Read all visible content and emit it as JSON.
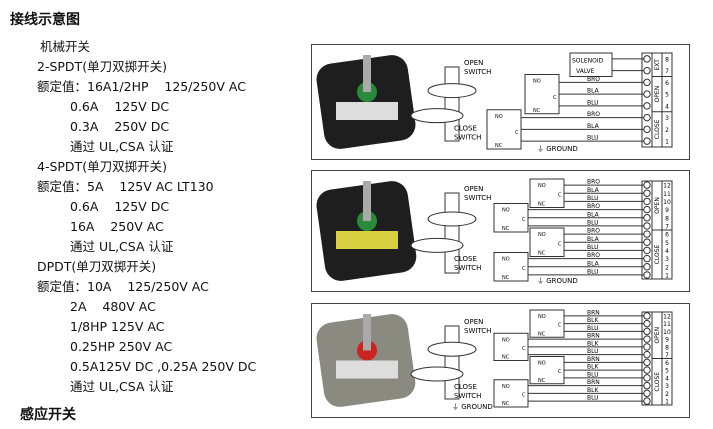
{
  "title": "接线示意图",
  "lines": [
    "机械开关",
    "2-SPDT(单刀双掷开关)",
    "额定值：16A1/2HP    125/250V AC",
    "0.6A    125V DC",
    "0.3A    250V DC",
    "通过 UL,CSA 认证",
    "4-SPDT(单刀双掷开关)",
    "额定值：5A    125V AC LT130",
    "0.6A    125V DC",
    "16A    250V AC",
    "通过 UL,CSA 认证",
    "DPDT(单刀双掷开关)",
    "额定值：10A    125/250V AC",
    "2A    480V AC",
    "1/8HP 125V AC",
    "0.25HP 250V AC",
    "0.5A125V DC ,0.25A 250V DC",
    "通过 UL,CSA 认证"
  ],
  "section2": "感应开关",
  "panels": [
    {
      "open": "OPEN",
      "switch": "SWITCH",
      "close": "CLOSE",
      "ground": "GROUND",
      "no": "NO",
      "nc": "NC",
      "c": "C",
      "solenoid": [
        "SOLENOID",
        "VALVE"
      ],
      "terminals": [
        "8",
        "7",
        "6",
        "5",
        "4",
        "3",
        "2",
        "1"
      ],
      "groups": [
        "EXT",
        "OPEN",
        "CLOSE"
      ],
      "wires": [
        "BRO",
        "BLA",
        "BLU",
        "BRO",
        "BLA",
        "BLU"
      ]
    },
    {
      "open": "OPEN",
      "switch": "SWITCH",
      "close": "CLOSE",
      "ground": "GROUND",
      "no": "NO",
      "nc": "NC",
      "c": "C",
      "terminals": [
        "12",
        "11",
        "10",
        "9",
        "8",
        "7",
        "6",
        "5",
        "4",
        "3",
        "2",
        "1"
      ],
      "groups": [
        "OPEN",
        "CLOSE"
      ],
      "wires": [
        "BRO",
        "BLA",
        "BLU",
        "BRO",
        "BLA",
        "BLU",
        "BRO",
        "BLA",
        "BLU",
        "BRO",
        "BLA",
        "BLU"
      ]
    },
    {
      "open": "OPEN",
      "switch": "SWITCH",
      "close": "CLOSE",
      "ground": "GROUND",
      "no": "NO",
      "nc": "NC",
      "c": "C",
      "terminals": [
        "12",
        "11",
        "10",
        "9",
        "8",
        "7",
        "6",
        "5",
        "4",
        "3",
        "2",
        "1"
      ],
      "groups": [
        "OPEN",
        "CLOSE"
      ],
      "wires": [
        "BRN",
        "BLK",
        "BLU",
        "BRN",
        "BLK",
        "BLU",
        "BRN",
        "BLK",
        "BLU",
        "BRN",
        "BLK",
        "BLU"
      ]
    }
  ]
}
